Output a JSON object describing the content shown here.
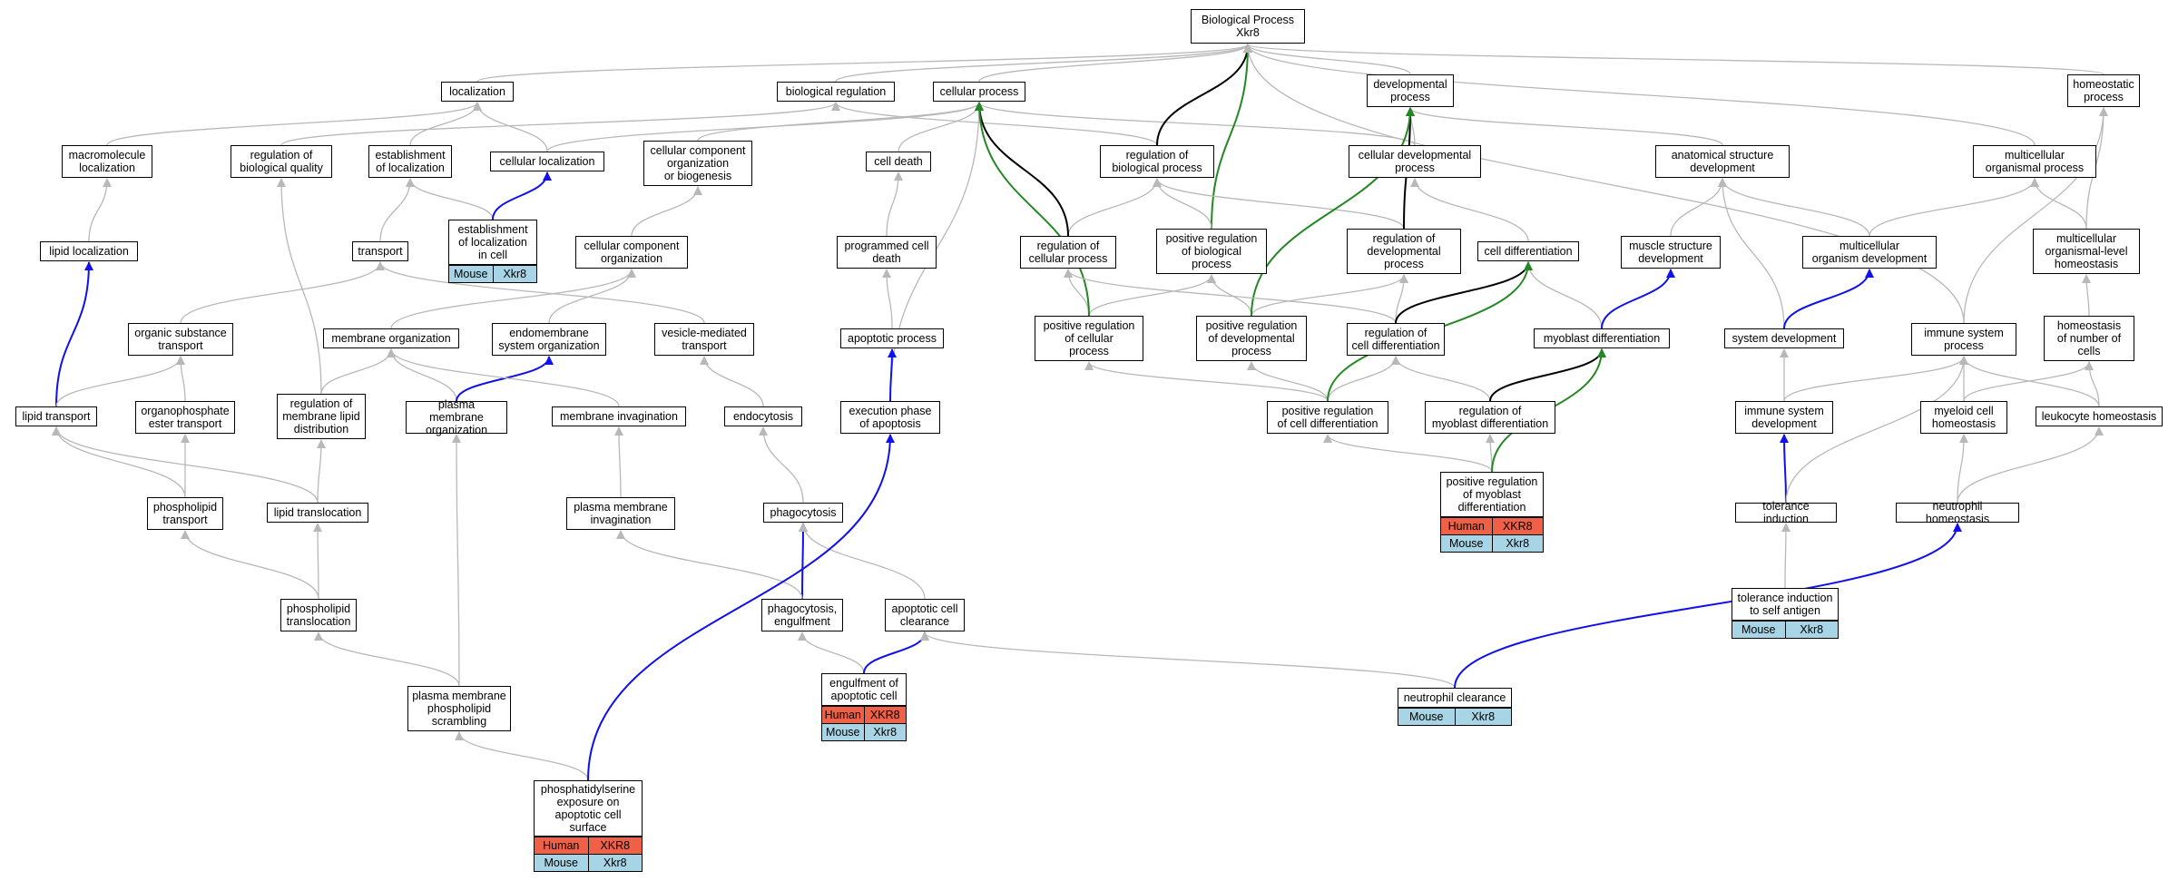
{
  "colors": {
    "is_a": "#b8b8b8",
    "part_of": "#1010ee",
    "regulates": "#000000",
    "positively_regulates": "#228822",
    "human": "#f06046",
    "mouse": "#a8d5e5"
  },
  "nodes": [
    {
      "id": "bp",
      "label": "Biological Process\nXkr8"
    },
    {
      "id": "loc",
      "label": "localization"
    },
    {
      "id": "bioreg",
      "label": "biological regulation"
    },
    {
      "id": "cellproc",
      "label": "cellular process"
    },
    {
      "id": "devproc",
      "label": "developmental\nprocess"
    },
    {
      "id": "homeo",
      "label": "homeostatic\nprocess"
    },
    {
      "id": "macroloc",
      "label": "macromolecule\nlocalization"
    },
    {
      "id": "regbioqual",
      "label": "regulation of\nbiological quality"
    },
    {
      "id": "estloc",
      "label": "establishment\nof localization"
    },
    {
      "id": "cellloc",
      "label": "cellular localization"
    },
    {
      "id": "ccob",
      "label": "cellular component\norganization\nor biogenesis"
    },
    {
      "id": "celldeath",
      "label": "cell death"
    },
    {
      "id": "regbioproc",
      "label": "regulation of\nbiological process"
    },
    {
      "id": "celldev",
      "label": "cellular developmental\nprocess"
    },
    {
      "id": "anatdev",
      "label": "anatomical structure\ndevelopment"
    },
    {
      "id": "multiorg",
      "label": "multicellular\norganismal process"
    },
    {
      "id": "lipidloc",
      "label": "lipid localization"
    },
    {
      "id": "transport",
      "label": "transport"
    },
    {
      "id": "estlocincell",
      "label": "establishment\nof localization\nin cell"
    },
    {
      "id": "ccorg",
      "label": "cellular component\norganization"
    },
    {
      "id": "progdeath",
      "label": "programmed cell\ndeath"
    },
    {
      "id": "regcellproc",
      "label": "regulation of\ncellular process"
    },
    {
      "id": "posregbio",
      "label": "positive regulation\nof biological\nprocess"
    },
    {
      "id": "regdev",
      "label": "regulation of\ndevelopmental\nprocess"
    },
    {
      "id": "celldiff",
      "label": "cell differentiation"
    },
    {
      "id": "muscdev",
      "label": "muscle structure\ndevelopment"
    },
    {
      "id": "multidev",
      "label": "multicellular\norganism development"
    },
    {
      "id": "multihomeo",
      "label": "multicellular\norganismal-level\nhomeostasis"
    },
    {
      "id": "orgtrans",
      "label": "organic substance\ntransport"
    },
    {
      "id": "memorg",
      "label": "membrane organization"
    },
    {
      "id": "endomem",
      "label": "endomembrane\nsystem organization"
    },
    {
      "id": "vesicle",
      "label": "vesicle-mediated\ntransport"
    },
    {
      "id": "apoproc",
      "label": "apoptotic process"
    },
    {
      "id": "posregcell",
      "label": "positive regulation\nof cellular\nprocess"
    },
    {
      "id": "posregdev",
      "label": "positive regulation\nof developmental\nprocess"
    },
    {
      "id": "regcelldiff",
      "label": "regulation of\ncell differentiation"
    },
    {
      "id": "myodiff",
      "label": "myoblast differentiation"
    },
    {
      "id": "sysdev",
      "label": "system development"
    },
    {
      "id": "immsys",
      "label": "immune system\nprocess"
    },
    {
      "id": "homeonum",
      "label": "homeostasis\nof number of\ncells"
    },
    {
      "id": "lipidtrans",
      "label": "lipid transport"
    },
    {
      "id": "organophos",
      "label": "organophosphate\nester transport"
    },
    {
      "id": "regmemlip",
      "label": "regulation of\nmembrane lipid\ndistribution"
    },
    {
      "id": "pmorg",
      "label": "plasma membrane\norganization"
    },
    {
      "id": "meminv",
      "label": "membrane invagination"
    },
    {
      "id": "endocyt",
      "label": "endocytosis"
    },
    {
      "id": "execapo",
      "label": "execution phase\nof apoptosis"
    },
    {
      "id": "posregcelldiff",
      "label": "positive regulation\nof cell differentiation"
    },
    {
      "id": "regmyo",
      "label": "regulation of\nmyoblast differentiation"
    },
    {
      "id": "immsysdev",
      "label": "immune system\ndevelopment"
    },
    {
      "id": "myeloid",
      "label": "myeloid cell\nhomeostasis"
    },
    {
      "id": "leuko",
      "label": "leukocyte homeostasis"
    },
    {
      "id": "phostrans",
      "label": "phospholipid\ntransport"
    },
    {
      "id": "liptransloc",
      "label": "lipid translocation"
    },
    {
      "id": "pminv",
      "label": "plasma membrane\ninvagination"
    },
    {
      "id": "phago",
      "label": "phagocytosis"
    },
    {
      "id": "posregmyo",
      "label": "positive regulation\nof myoblast\ndifferentiation"
    },
    {
      "id": "toler",
      "label": "tolerance induction"
    },
    {
      "id": "neuthomeo",
      "label": "neutrophil homeostasis"
    },
    {
      "id": "phostransloc",
      "label": "phospholipid\ntranslocation"
    },
    {
      "id": "phagoengulf",
      "label": "phagocytosis,\nengulfment"
    },
    {
      "id": "apoclear",
      "label": "apoptotic cell\nclearance"
    },
    {
      "id": "tolerself",
      "label": "tolerance induction\nto self antigen"
    },
    {
      "id": "engulf",
      "label": "engulfment of\napoptotic cell"
    },
    {
      "id": "neutclear",
      "label": "neutrophil clearance"
    },
    {
      "id": "pmscramb",
      "label": "plasma membrane\nphospholipid\nscrambling"
    },
    {
      "id": "psexpo",
      "label": "phosphatidylserine\nexposure on\napoptotic cell\nsurface"
    }
  ],
  "gene_tables": [
    {
      "node": "estlocincell",
      "rows": [
        [
          "Mouse",
          "Xkr8"
        ]
      ]
    },
    {
      "node": "posregmyo",
      "rows": [
        [
          "Human",
          "XKR8"
        ],
        [
          "Mouse",
          "Xkr8"
        ]
      ]
    },
    {
      "node": "tolerself",
      "rows": [
        [
          "Mouse",
          "Xkr8"
        ]
      ]
    },
    {
      "node": "engulf",
      "rows": [
        [
          "Human",
          "XKR8"
        ],
        [
          "Mouse",
          "Xkr8"
        ]
      ]
    },
    {
      "node": "neutclear",
      "rows": [
        [
          "Mouse",
          "Xkr8"
        ]
      ]
    },
    {
      "node": "psexpo",
      "rows": [
        [
          "Human",
          "XKR8"
        ],
        [
          "Mouse",
          "Xkr8"
        ]
      ]
    }
  ],
  "edges": [
    [
      "loc",
      "bp",
      "is_a"
    ],
    [
      "bioreg",
      "bp",
      "is_a"
    ],
    [
      "cellproc",
      "bp",
      "is_a"
    ],
    [
      "devproc",
      "bp",
      "is_a"
    ],
    [
      "homeo",
      "bp",
      "is_a"
    ],
    [
      "macroloc",
      "loc",
      "is_a"
    ],
    [
      "estloc",
      "loc",
      "is_a"
    ],
    [
      "cellloc",
      "loc",
      "is_a"
    ],
    [
      "regbioqual",
      "bioreg",
      "is_a"
    ],
    [
      "regbioproc",
      "bioreg",
      "is_a"
    ],
    [
      "cellloc",
      "cellproc",
      "is_a"
    ],
    [
      "ccob",
      "cellproc",
      "is_a"
    ],
    [
      "celldeath",
      "cellproc",
      "is_a"
    ],
    [
      "celldev",
      "cellproc",
      "is_a"
    ],
    [
      "execapo",
      "cellproc",
      "is_a"
    ],
    [
      "regbioproc",
      "bp",
      "regulates"
    ],
    [
      "posregbio",
      "bp",
      "positively_regulates"
    ],
    [
      "celldev",
      "devproc",
      "is_a"
    ],
    [
      "anatdev",
      "devproc",
      "is_a"
    ],
    [
      "multiorg",
      "bp",
      "is_a"
    ],
    [
      "immsys",
      "bp",
      "is_a"
    ],
    [
      "lipidloc",
      "macroloc",
      "is_a"
    ],
    [
      "transport",
      "estloc",
      "is_a"
    ],
    [
      "estlocincell",
      "estloc",
      "is_a"
    ],
    [
      "estlocincell",
      "cellloc",
      "part_of"
    ],
    [
      "ccorg",
      "ccob",
      "is_a"
    ],
    [
      "progdeath",
      "celldeath",
      "is_a"
    ],
    [
      "regcellproc",
      "regbioproc",
      "is_a"
    ],
    [
      "regcellproc",
      "cellproc",
      "regulates"
    ],
    [
      "posregbio",
      "regbioproc",
      "is_a"
    ],
    [
      "regdev",
      "regbioproc",
      "is_a"
    ],
    [
      "regdev",
      "devproc",
      "regulates"
    ],
    [
      "celldiff",
      "celldev",
      "is_a"
    ],
    [
      "muscdev",
      "anatdev",
      "is_a"
    ],
    [
      "multidev",
      "multiorg",
      "is_a"
    ],
    [
      "multidev",
      "anatdev",
      "is_a"
    ],
    [
      "multihomeo",
      "multiorg",
      "is_a"
    ],
    [
      "multihomeo",
      "homeo",
      "is_a"
    ],
    [
      "lipidtrans",
      "lipidloc",
      "part_of"
    ],
    [
      "orgtrans",
      "transport",
      "is_a"
    ],
    [
      "vesicle",
      "transport",
      "is_a"
    ],
    [
      "memorg",
      "ccorg",
      "is_a"
    ],
    [
      "endomem",
      "ccorg",
      "is_a"
    ],
    [
      "apoproc",
      "progdeath",
      "is_a"
    ],
    [
      "posregcell",
      "regcellproc",
      "is_a"
    ],
    [
      "posregcell",
      "posregbio",
      "is_a"
    ],
    [
      "posregcell",
      "cellproc",
      "positively_regulates"
    ],
    [
      "posregdev",
      "regdev",
      "is_a"
    ],
    [
      "posregdev",
      "posregbio",
      "is_a"
    ],
    [
      "posregdev",
      "devproc",
      "positively_regulates"
    ],
    [
      "regcelldiff",
      "regdev",
      "is_a"
    ],
    [
      "regcelldiff",
      "regcellproc",
      "is_a"
    ],
    [
      "regcelldiff",
      "celldiff",
      "regulates"
    ],
    [
      "myodiff",
      "celldiff",
      "is_a"
    ],
    [
      "myodiff",
      "muscdev",
      "part_of"
    ],
    [
      "sysdev",
      "anatdev",
      "is_a"
    ],
    [
      "sysdev",
      "multidev",
      "part_of"
    ],
    [
      "immsys",
      "homeo",
      "is_a"
    ],
    [
      "homeonum",
      "multihomeo",
      "is_a"
    ],
    [
      "lipidtrans",
      "orgtrans",
      "is_a"
    ],
    [
      "organophos",
      "orgtrans",
      "is_a"
    ],
    [
      "regmemlip",
      "regbioqual",
      "is_a"
    ],
    [
      "regmemlip",
      "memorg",
      "is_a"
    ],
    [
      "pmorg",
      "memorg",
      "is_a"
    ],
    [
      "pmorg",
      "endomem",
      "part_of"
    ],
    [
      "meminv",
      "memorg",
      "is_a"
    ],
    [
      "endocyt",
      "vesicle",
      "is_a"
    ],
    [
      "execapo",
      "apoproc",
      "part_of"
    ],
    [
      "posregcelldiff",
      "regcelldiff",
      "is_a"
    ],
    [
      "posregcelldiff",
      "posregcell",
      "is_a"
    ],
    [
      "posregcelldiff",
      "posregdev",
      "is_a"
    ],
    [
      "posregcelldiff",
      "celldiff",
      "positively_regulates"
    ],
    [
      "regmyo",
      "regcelldiff",
      "is_a"
    ],
    [
      "regmyo",
      "myodiff",
      "regulates"
    ],
    [
      "immsysdev",
      "sysdev",
      "is_a"
    ],
    [
      "immsysdev",
      "immsys",
      "is_a"
    ],
    [
      "myeloid",
      "homeonum",
      "is_a"
    ],
    [
      "myeloid",
      "immsys",
      "is_a"
    ],
    [
      "leuko",
      "homeonum",
      "is_a"
    ],
    [
      "leuko",
      "immsys",
      "is_a"
    ],
    [
      "phostrans",
      "lipidtrans",
      "is_a"
    ],
    [
      "phostrans",
      "organophos",
      "is_a"
    ],
    [
      "liptransloc",
      "regmemlip",
      "is_a"
    ],
    [
      "liptransloc",
      "lipidtrans",
      "is_a"
    ],
    [
      "pminv",
      "meminv",
      "is_a"
    ],
    [
      "phago",
      "endocyt",
      "is_a"
    ],
    [
      "posregmyo",
      "posregcelldiff",
      "is_a"
    ],
    [
      "posregmyo",
      "regmyo",
      "is_a"
    ],
    [
      "posregmyo",
      "myodiff",
      "positively_regulates"
    ],
    [
      "toler",
      "immsysdev",
      "part_of"
    ],
    [
      "toler",
      "immsys",
      "is_a"
    ],
    [
      "neuthomeo",
      "myeloid",
      "is_a"
    ],
    [
      "neuthomeo",
      "leuko",
      "is_a"
    ],
    [
      "phostransloc",
      "phostrans",
      "is_a"
    ],
    [
      "phostransloc",
      "liptransloc",
      "is_a"
    ],
    [
      "phagoengulf",
      "phago",
      "part_of"
    ],
    [
      "phagoengulf",
      "pminv",
      "is_a"
    ],
    [
      "apoclear",
      "phago",
      "is_a"
    ],
    [
      "tolerself",
      "toler",
      "is_a"
    ],
    [
      "engulf",
      "phagoengulf",
      "is_a"
    ],
    [
      "engulf",
      "apoclear",
      "part_of"
    ],
    [
      "neutclear",
      "apoclear",
      "is_a"
    ],
    [
      "neutclear",
      "neuthomeo",
      "part_of"
    ],
    [
      "pmscramb",
      "phostransloc",
      "is_a"
    ],
    [
      "pmscramb",
      "pmorg",
      "is_a"
    ],
    [
      "psexpo",
      "pmscramb",
      "is_a"
    ],
    [
      "psexpo",
      "execapo",
      "part_of"
    ]
  ]
}
